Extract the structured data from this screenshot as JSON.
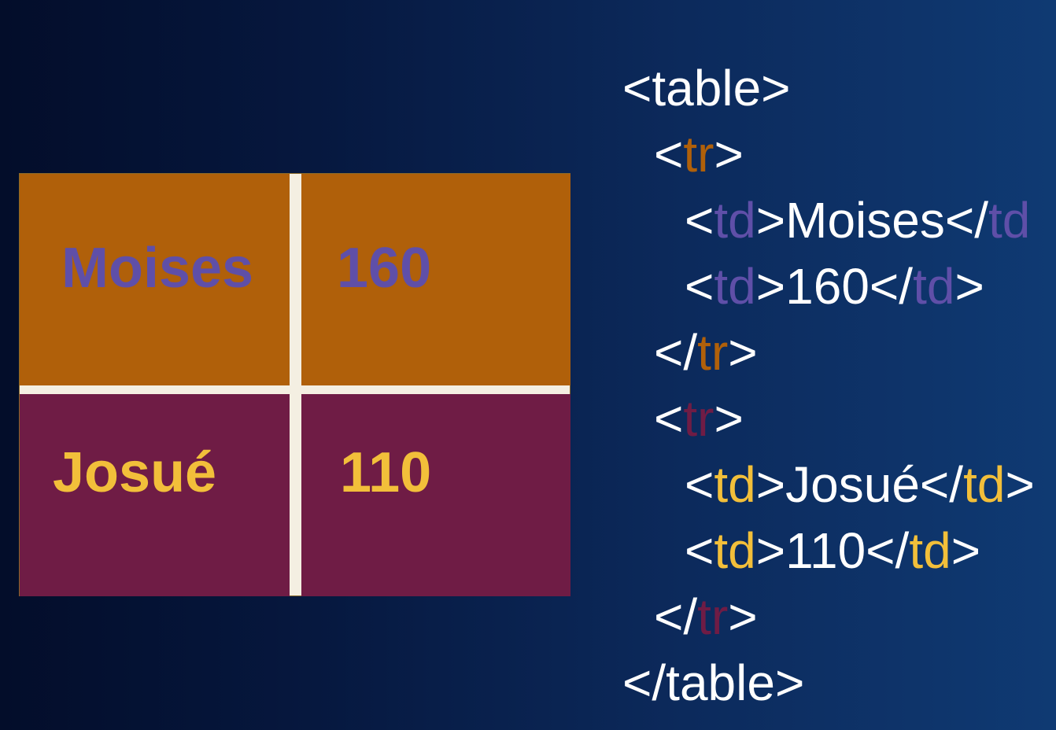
{
  "colors": {
    "row1_background": "#b0600a",
    "row2_background": "#6f1c45",
    "row1_text": "#5f4fa8",
    "row2_text": "#f2bf3a",
    "tr1_tag": "#b0600a",
    "tr2_tag": "#6f1c45",
    "td1_tag": "#5f4fa8",
    "td2_tag": "#f2bf3a",
    "code_text": "#ffffff"
  },
  "table": {
    "rows": [
      {
        "cells": [
          "Moises",
          "160"
        ]
      },
      {
        "cells": [
          "Josué",
          "110"
        ]
      }
    ]
  },
  "code": {
    "lt": "<",
    "gt": ">",
    "close_lt": "</",
    "table_tag": "table",
    "tr_tag": "tr",
    "td_tag": "td",
    "td_close_visible": "td",
    "row1_values": [
      "Moises",
      "160"
    ],
    "row2_values": [
      "Josué",
      "110"
    ]
  }
}
